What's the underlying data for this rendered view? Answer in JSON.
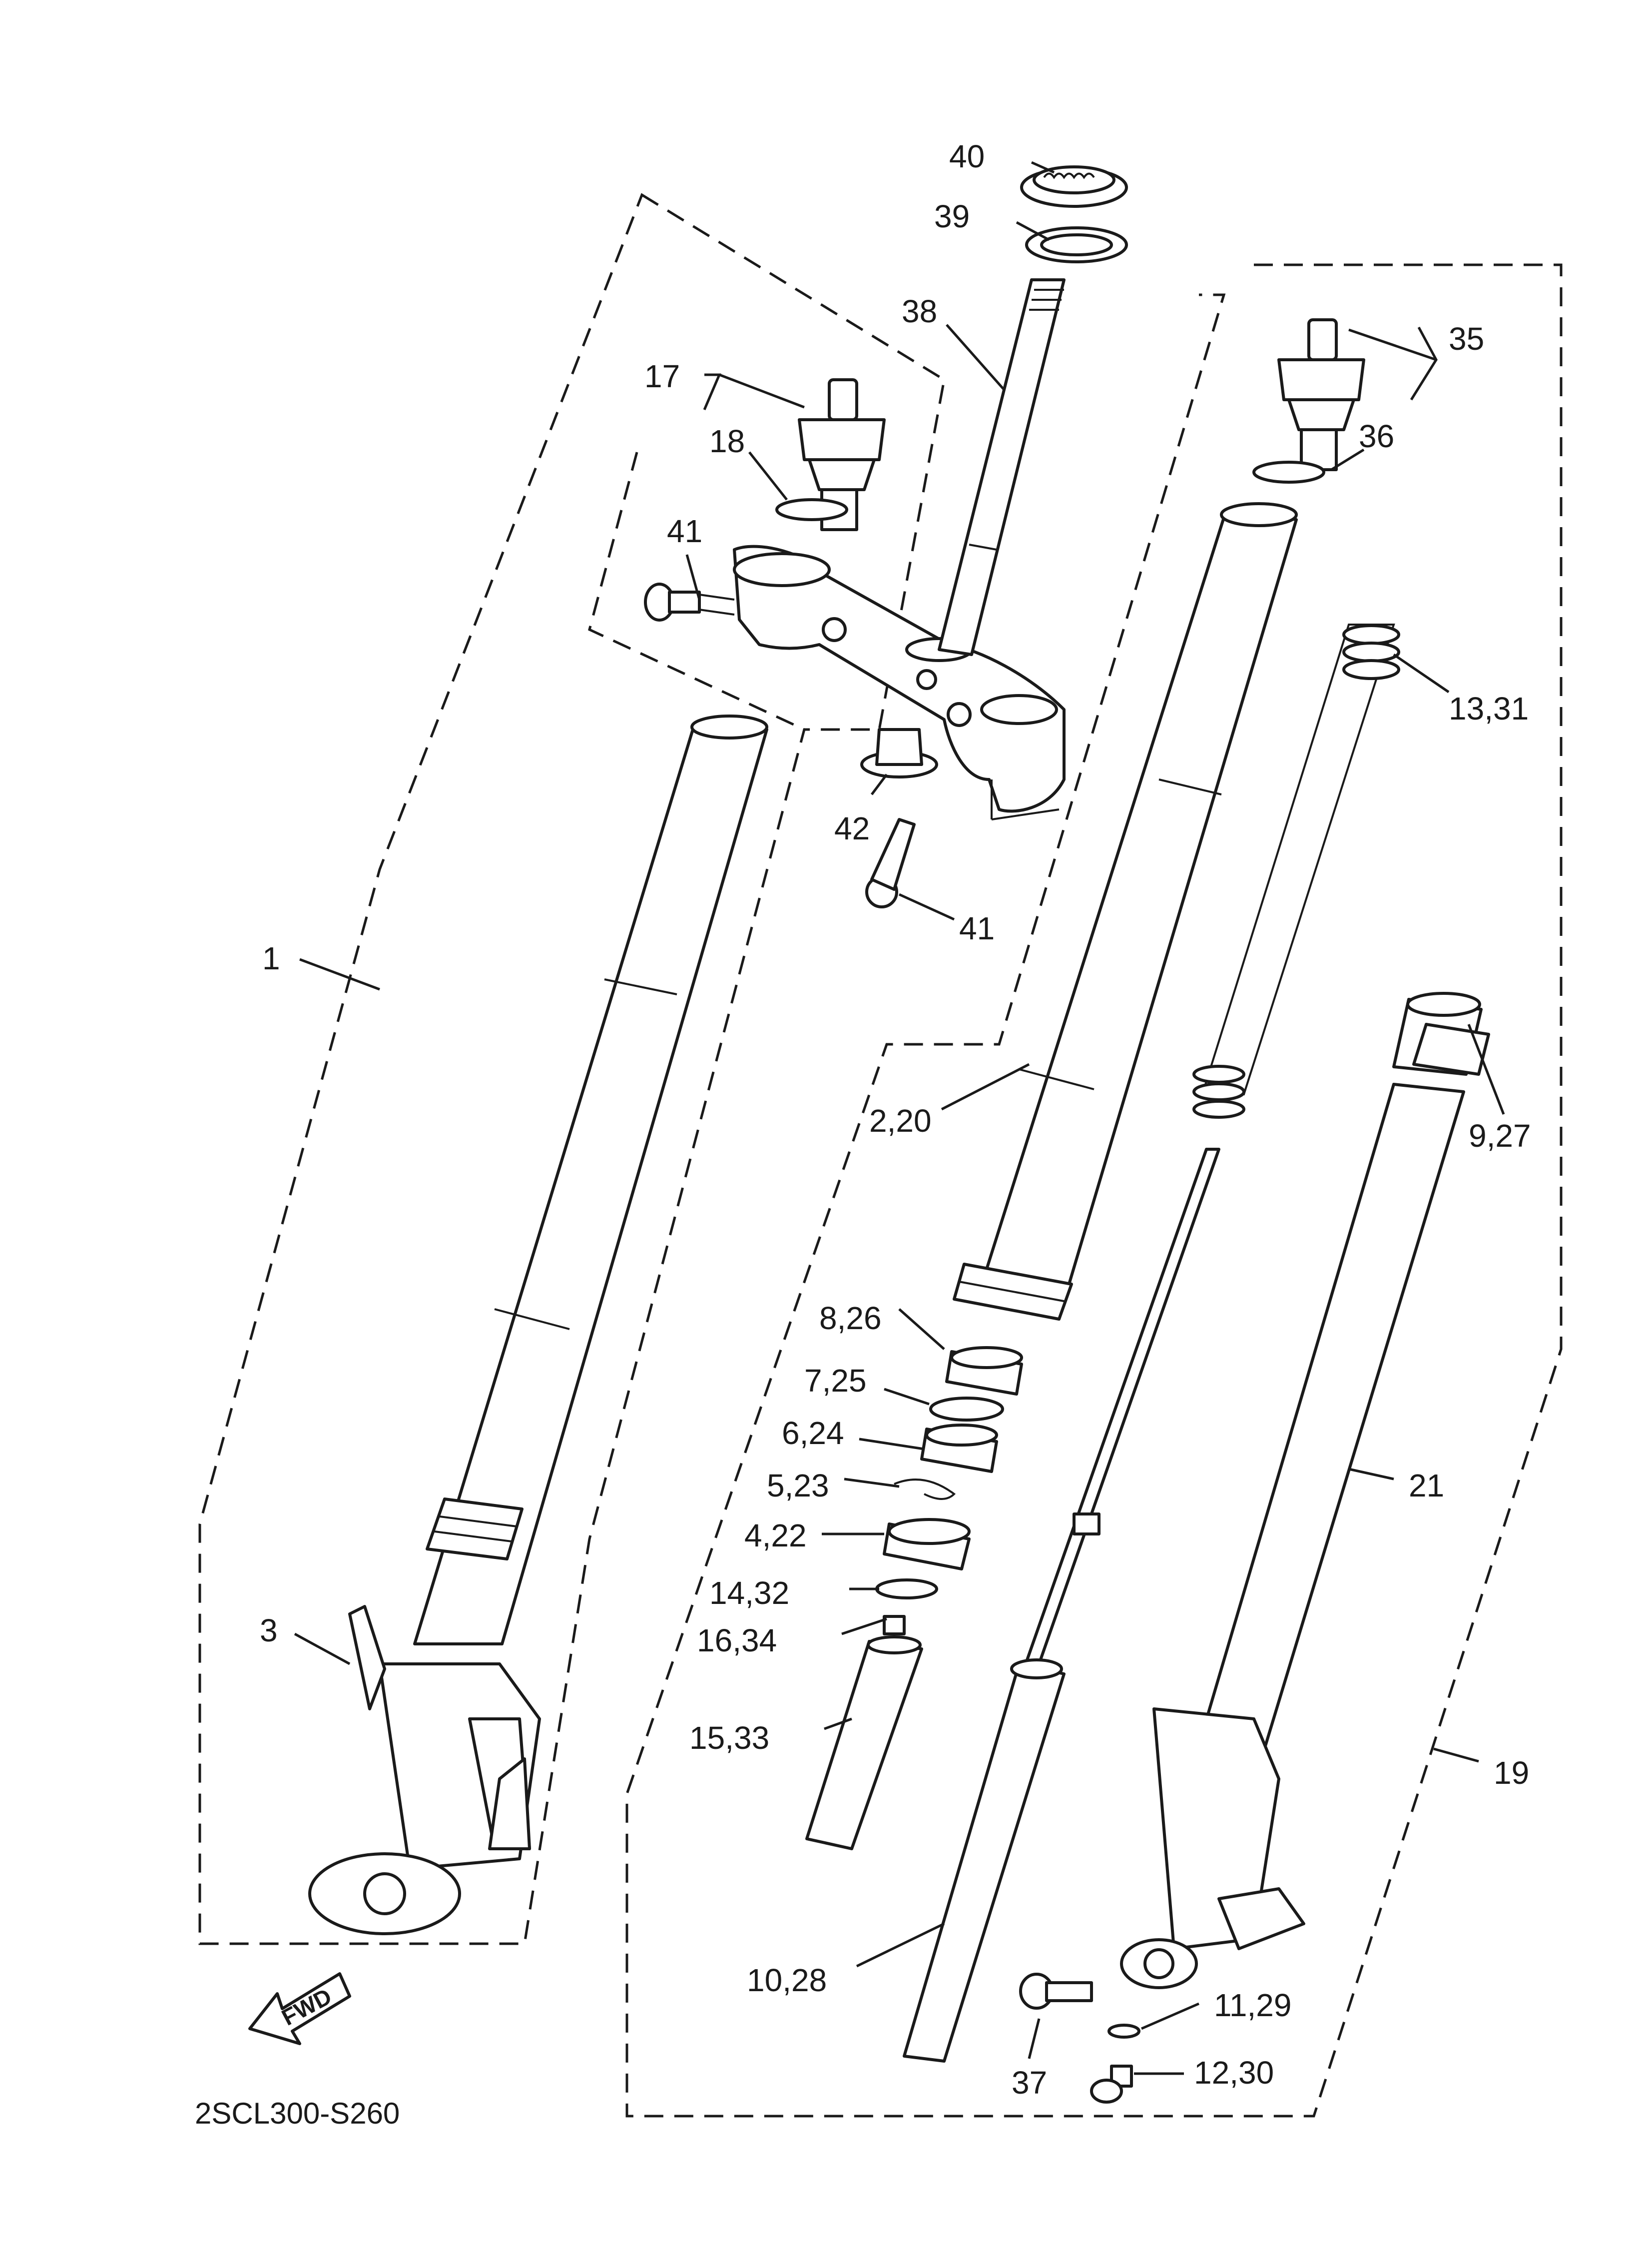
{
  "diagram": {
    "ref_code": "2SCL300-S260",
    "direction_badge": "FWD",
    "callouts": [
      "40",
      "39",
      "38",
      "17",
      "18",
      "41",
      "42",
      "41",
      "1",
      "3",
      "35",
      "36",
      "13,31",
      "2,20",
      "9,27",
      "8,26",
      "7,25",
      "6,24",
      "5,23",
      "4,22",
      "14,32",
      "16,34",
      "15,33",
      "21",
      "19",
      "10,28",
      "11,29",
      "37",
      "12,30"
    ]
  }
}
